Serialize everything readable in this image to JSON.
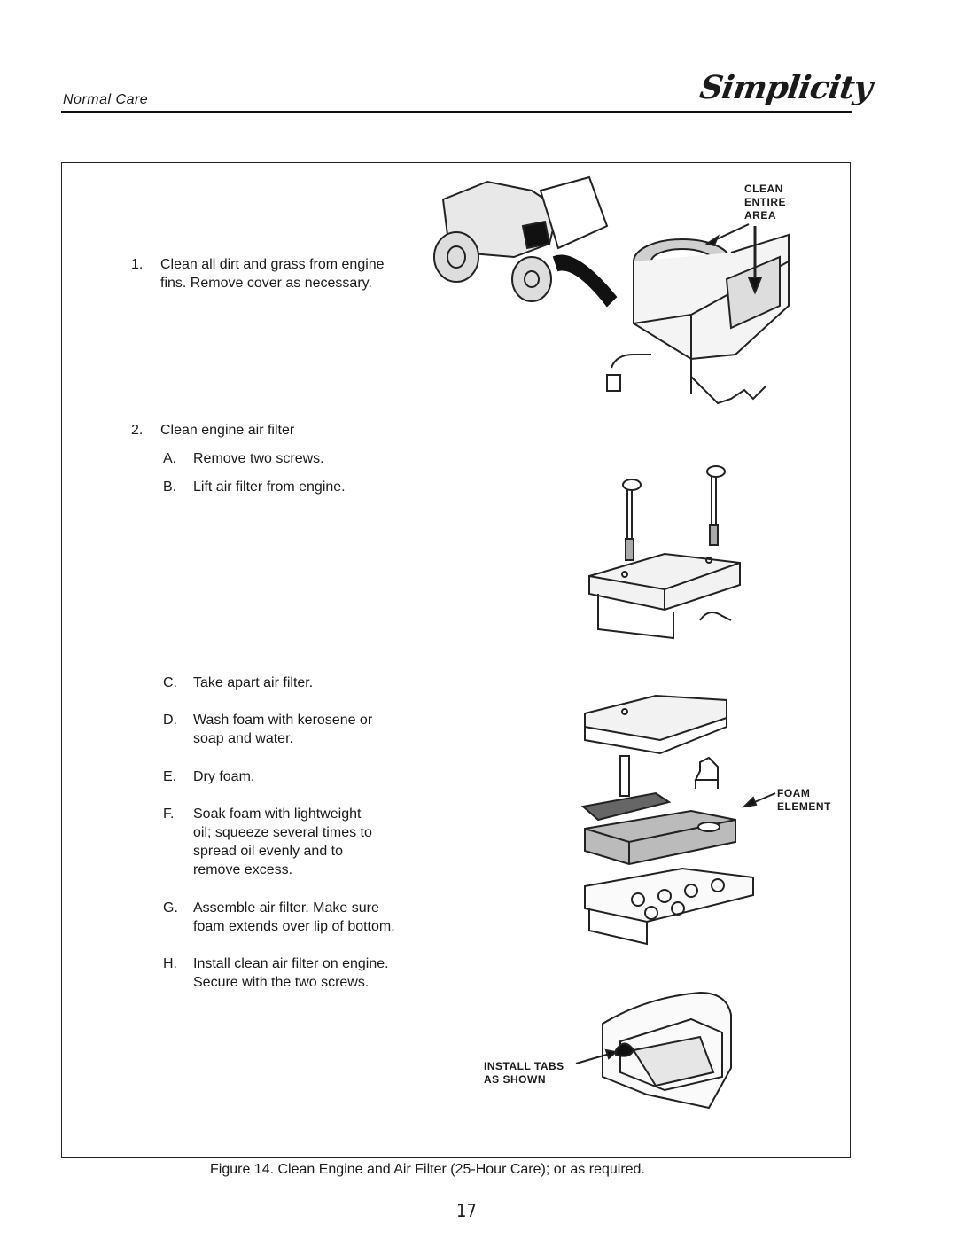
{
  "header": {
    "section": "Normal Care",
    "brand": "Simplicity"
  },
  "steps": [
    {
      "number": "1.",
      "lines": [
        "Clean all dirt and grass from engine",
        "fins. Remove cover as necessary."
      ]
    },
    {
      "number": "2.",
      "lines": [
        "Clean engine air filter"
      ]
    }
  ],
  "substeps": [
    {
      "letter": "A.",
      "lines": [
        "Remove two screws."
      ]
    },
    {
      "letter": "B.",
      "lines": [
        "Lift air filter from engine."
      ]
    },
    {
      "letter": "C.",
      "lines": [
        "Take apart air filter."
      ]
    },
    {
      "letter": "D.",
      "lines": [
        "Wash foam with kerosene or",
        "soap and water."
      ]
    },
    {
      "letter": "E.",
      "lines": [
        "Dry foam."
      ]
    },
    {
      "letter": "F.",
      "lines": [
        "Soak foam with lightweight",
        "oil; squeeze several times to",
        "spread oil evenly and to",
        "remove excess."
      ]
    },
    {
      "letter": "G.",
      "lines": [
        "Assemble air filter. Make sure",
        "foam extends over lip of bottom."
      ]
    },
    {
      "letter": "H.",
      "lines": [
        "Install clean air filter on engine.",
        "Secure with the two screws."
      ]
    }
  ],
  "callouts": {
    "clean_area": [
      "CLEAN",
      "ENTIRE",
      "AREA"
    ],
    "foam_element": [
      "FOAM",
      "ELEMENT"
    ],
    "install_tabs": [
      "INSTALL TABS",
      "AS SHOWN"
    ]
  },
  "caption": "Figure 14. Clean Engine and Air Filter (25-Hour Care); or as required.",
  "page_number": "17"
}
